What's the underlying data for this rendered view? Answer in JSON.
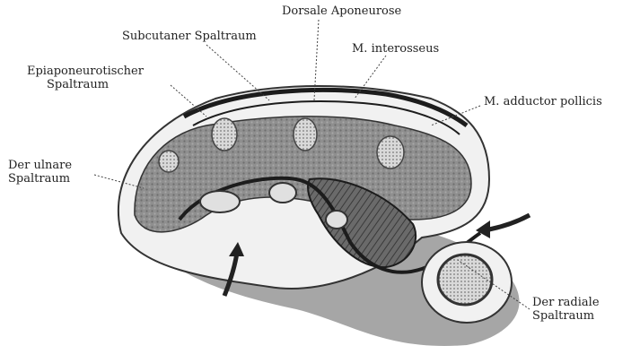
{
  "labels": {
    "dorsale_aponeurose": "Dorsale Aponeurose",
    "subcutaner_spaltraum": "Subcutaner Spaltraum",
    "m_interosseus": "M. interosseus",
    "epiaponeurotischer_line1": "Epiaponeurotischer",
    "epiaponeurotischer_line2": "Spaltraum",
    "m_adductor_pollicis": "M. adductor pollicis",
    "ulnare_line1": "Der ulnare",
    "ulnare_line2": "Spaltraum",
    "radiale_line1": "Der radiale",
    "radiale_line2": "Spaltraum"
  },
  "colors": {
    "muscle": "#8f8f8f",
    "fascia": "#1c1c1c",
    "palm_shadow": "#a6a6a6",
    "subcutis": "#f1f1f1"
  }
}
